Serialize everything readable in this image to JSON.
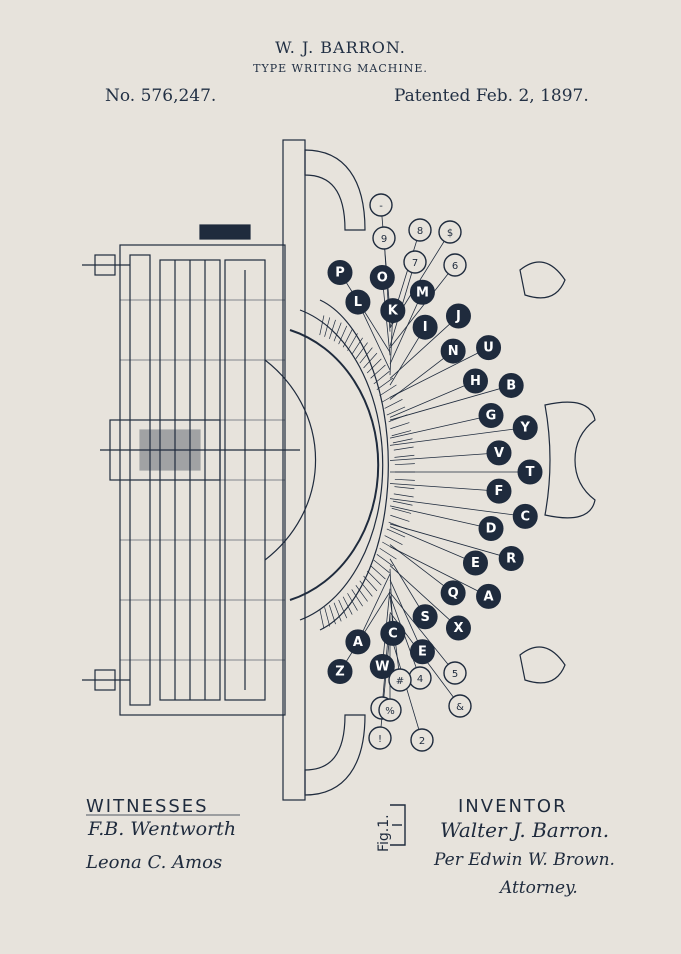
{
  "header": {
    "inventor_name": "W. J. BARRON.",
    "title": "TYPE WRITING MACHINE.",
    "patent_number": "No. 576,247.",
    "patent_date": "Patented Feb. 2, 1897."
  },
  "figure": {
    "label": "Fig.1."
  },
  "witnesses": {
    "label": "WITNESSES",
    "signatures": [
      "F.B. Wentworth",
      "Leona C. Amos"
    ]
  },
  "inventor": {
    "label": "INVENTOR",
    "signatures": [
      "Walter J. Barron.",
      "Per Edwin W. Brown.",
      "Attorney."
    ]
  },
  "keys": {
    "dark": [
      "Z",
      "A",
      "W",
      "C",
      "E",
      "S",
      "X",
      "Q",
      "A",
      "E",
      "R",
      "D",
      "C",
      "F",
      "T",
      "V",
      "Y",
      "G",
      "B",
      "H",
      "U",
      "N",
      "J",
      "I",
      "M",
      "K",
      "O",
      "L",
      "P"
    ],
    "light": [
      "-",
      "9",
      "8",
      "7",
      "6",
      "5",
      "4",
      "3",
      "2",
      "!",
      "#",
      "%",
      "&",
      "$"
    ]
  },
  "colors": {
    "paper": "#e7e3dc",
    "ink": "#1f2b3d"
  }
}
